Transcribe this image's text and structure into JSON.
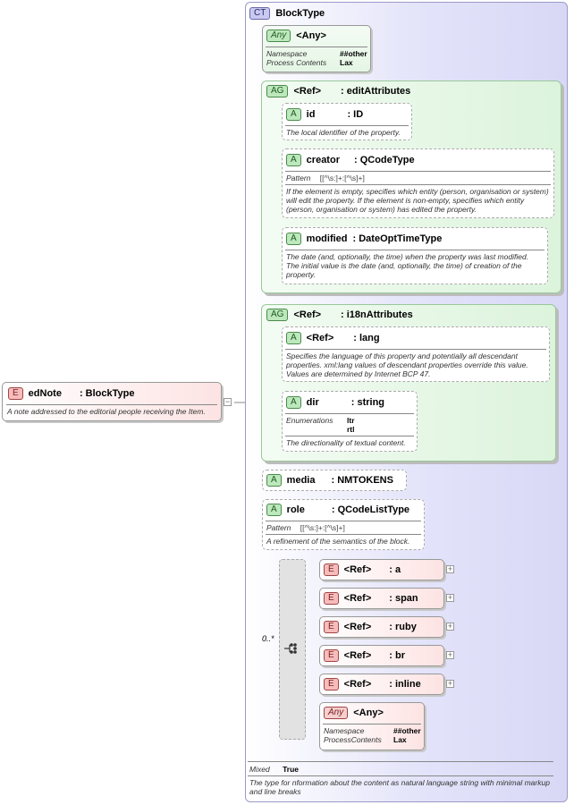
{
  "block_type": {
    "tag": "CT",
    "title": "BlockType",
    "mixed_label": "Mixed",
    "mixed_value": "True",
    "description": "The type for nformation about the content as natural language string with minimal markup and line breaks"
  },
  "ednote": {
    "tag": "E",
    "name": "edNote",
    "type": ": BlockType",
    "description": "A note addressed to the editorial people receiving the Item.",
    "collapse": "−"
  },
  "any_top": {
    "tag": "Any",
    "name": "<Any>",
    "namespace_label": "Namespace",
    "namespace_value": "##other",
    "process_label": "Process Contents",
    "process_value": "Lax"
  },
  "edit_attributes": {
    "tag": "AG",
    "ref": "<Ref>",
    "name": ": editAttributes",
    "id": {
      "tag": "A",
      "name": "id",
      "type": ": ID",
      "description": "The local identifier of the property."
    },
    "creator": {
      "tag": "A",
      "name": "creator",
      "type": ": QCodeType",
      "pattern_label": "Pattern",
      "pattern_value": "[[^\\s:]+:[^\\s]+]",
      "description": "If the element is empty, specifies which entity (person, organisation or system) will edit the property. If the element is non-empty, specifies which entity (person, organisation or system) has edited the property."
    },
    "modified": {
      "tag": "A",
      "name": "modified",
      "type": ": DateOptTimeType",
      "description": "The date (and, optionally, the time) when the property was last modified. The initial value is the date (and, optionally, the time) of creation of the property."
    }
  },
  "i18n_attributes": {
    "tag": "AG",
    "ref": "<Ref>",
    "name": ": i18nAttributes",
    "lang": {
      "tag": "A",
      "ref": "<Ref>",
      "name": ": lang",
      "description": "Specifies the language of this property and potentially all descendant properties. xml:lang values of descendant properties override this value. Values are determined by Internet BCP 47."
    },
    "dir": {
      "tag": "A",
      "name": "dir",
      "type": ": string",
      "enum_label": "Enumerations",
      "enum_values": [
        "ltr",
        "rtl"
      ],
      "description": "The directionality of textual content."
    }
  },
  "media": {
    "tag": "A",
    "name": "media",
    "type": ": NMTOKENS"
  },
  "role": {
    "tag": "A",
    "name": "role",
    "type": ": QCodeListType",
    "pattern_label": "Pattern",
    "pattern_value": "[[^\\s:]+:[^\\s]+]",
    "description": "A refinement of the semantics of the block."
  },
  "choice": {
    "cardinality": "0..*",
    "elements": [
      {
        "tag": "E",
        "ref": "<Ref>",
        "name": ": a"
      },
      {
        "tag": "E",
        "ref": "<Ref>",
        "name": ": span"
      },
      {
        "tag": "E",
        "ref": "<Ref>",
        "name": ": ruby"
      },
      {
        "tag": "E",
        "ref": "<Ref>",
        "name": ": br"
      },
      {
        "tag": "E",
        "ref": "<Ref>",
        "name": ": inline"
      }
    ],
    "expand": "+",
    "any": {
      "tag": "Any",
      "name": "<Any>",
      "namespace_label": "Namespace",
      "namespace_value": "##other",
      "process_label": "ProcessContents",
      "process_value": "Lax"
    }
  }
}
